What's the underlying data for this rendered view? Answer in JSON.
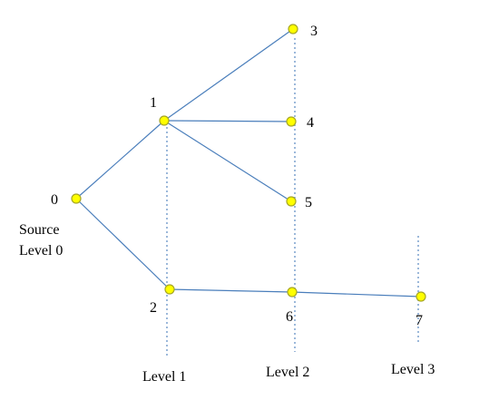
{
  "nodes": [
    {
      "id": "0",
      "label": "0"
    },
    {
      "id": "1",
      "label": "1"
    },
    {
      "id": "2",
      "label": "2"
    },
    {
      "id": "3",
      "label": "3"
    },
    {
      "id": "4",
      "label": "4"
    },
    {
      "id": "5",
      "label": "5"
    },
    {
      "id": "6",
      "label": "6"
    },
    {
      "id": "7",
      "label": "7"
    }
  ],
  "edges": [
    {
      "from": "0",
      "to": "1"
    },
    {
      "from": "0",
      "to": "2"
    },
    {
      "from": "1",
      "to": "3"
    },
    {
      "from": "1",
      "to": "4"
    },
    {
      "from": "1",
      "to": "5"
    },
    {
      "from": "2",
      "to": "6"
    },
    {
      "from": "6",
      "to": "7"
    }
  ],
  "source_label": "Source",
  "level_labels": {
    "level0": "Level 0",
    "level1": "Level 1",
    "level2": "Level 2",
    "level3": "Level 3"
  },
  "colors": {
    "node_fill": "#ffff00",
    "node_stroke": "#a6a626",
    "edge": "#4a7ebb"
  }
}
